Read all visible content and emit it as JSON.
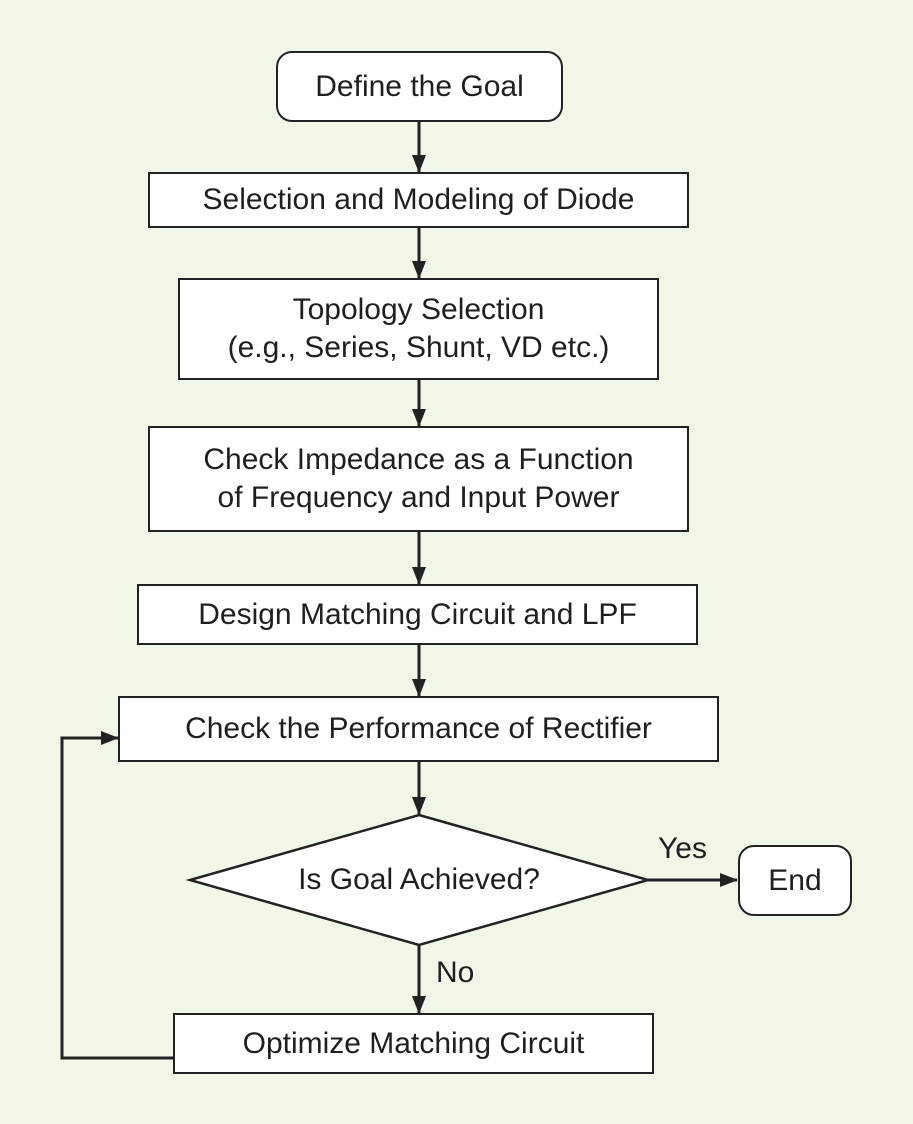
{
  "flowchart": {
    "start": "Define the Goal",
    "step1": "Selection and Modeling of Diode",
    "step2": {
      "line1": "Topology Selection",
      "line2": "(e.g., Series, Shunt, VD etc.)"
    },
    "step3": {
      "line1": "Check Impedance as a Function",
      "line2": "of Frequency and Input Power"
    },
    "step4": "Design Matching Circuit and LPF",
    "step5": "Check the Performance of Rectifier",
    "decision": "Is Goal Achieved?",
    "yes_label": "Yes",
    "no_label": "No",
    "end": "End",
    "step6": "Optimize Matching Circuit"
  },
  "colors": {
    "background": "#f0f7e8",
    "box_fill": "#ffffff",
    "stroke": "#222222",
    "text": "#1f1f1f"
  }
}
